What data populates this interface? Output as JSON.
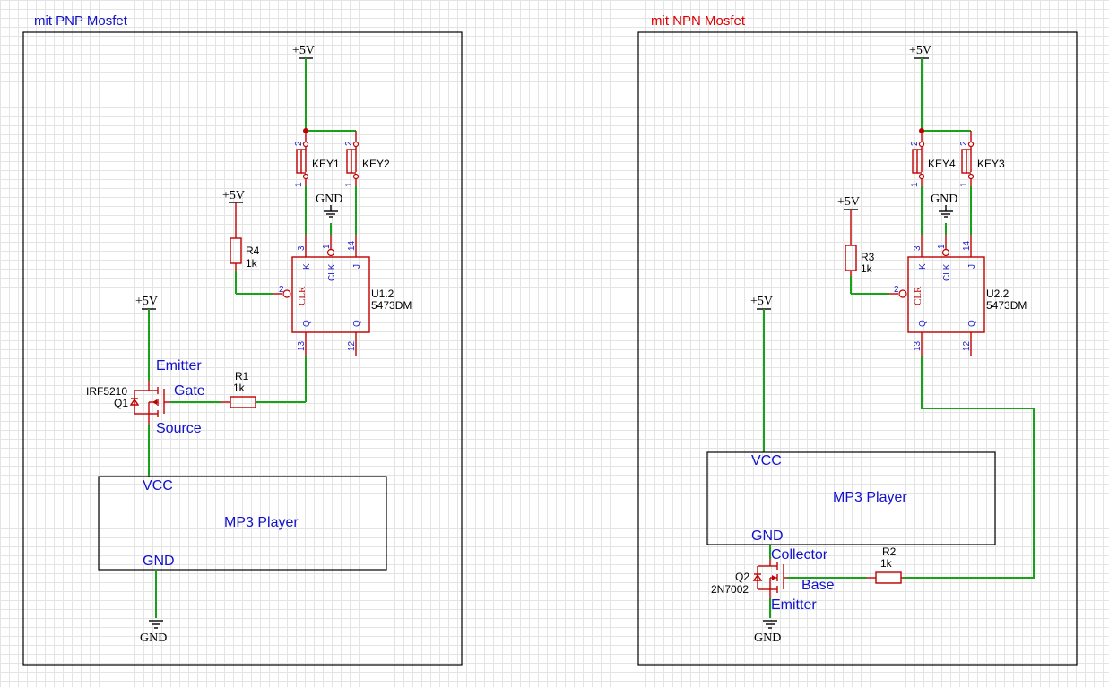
{
  "left": {
    "title": "mit PNP Mosfet",
    "power_top": "+5V",
    "power_r": "+5V",
    "power_q": "+5V",
    "gnd_ic": "GND",
    "gnd_bottom": "GND",
    "key1": "KEY1",
    "key2": "KEY2",
    "r_pull": {
      "ref": "R4",
      "value": "1k"
    },
    "r_gate": {
      "ref": "R1",
      "value": "1k"
    },
    "ic": {
      "ref": "U1.2",
      "part": "5473DM"
    },
    "q": {
      "part": "IRF5210",
      "ref": "Q1"
    },
    "emitter": "Emitter",
    "gate": "Gate",
    "source": "Source",
    "player": {
      "vcc": "VCC",
      "name": "MP3 Player",
      "gnd": "GND"
    }
  },
  "right": {
    "title": "mit NPN Mosfet",
    "power_top": "+5V",
    "power_r": "+5V",
    "power_vcc": "+5V",
    "gnd_ic": "GND",
    "gnd_bottom": "GND",
    "key4": "KEY4",
    "key3": "KEY3",
    "r_pull": {
      "ref": "R3",
      "value": "1k"
    },
    "r_base": {
      "ref": "R2",
      "value": "1k"
    },
    "ic": {
      "ref": "U2.2",
      "part": "5473DM"
    },
    "q": {
      "ref": "Q2",
      "part": "2N7002"
    },
    "collector": "Collector",
    "base": "Base",
    "emitter": "Emitter",
    "player": {
      "vcc": "VCC",
      "name": "MP3 Player",
      "gnd": "GND"
    }
  },
  "pins": {
    "k": "3",
    "clk": "1",
    "j": "14",
    "clr": "2",
    "q": "13",
    "qbar": "12",
    "key_top": "2",
    "key_bottom": "1",
    "k_name": "K",
    "clk_name": "CLK",
    "j_name": "J",
    "clr_name": "CLR",
    "q_name": "Q",
    "qbar_name": "Q"
  }
}
